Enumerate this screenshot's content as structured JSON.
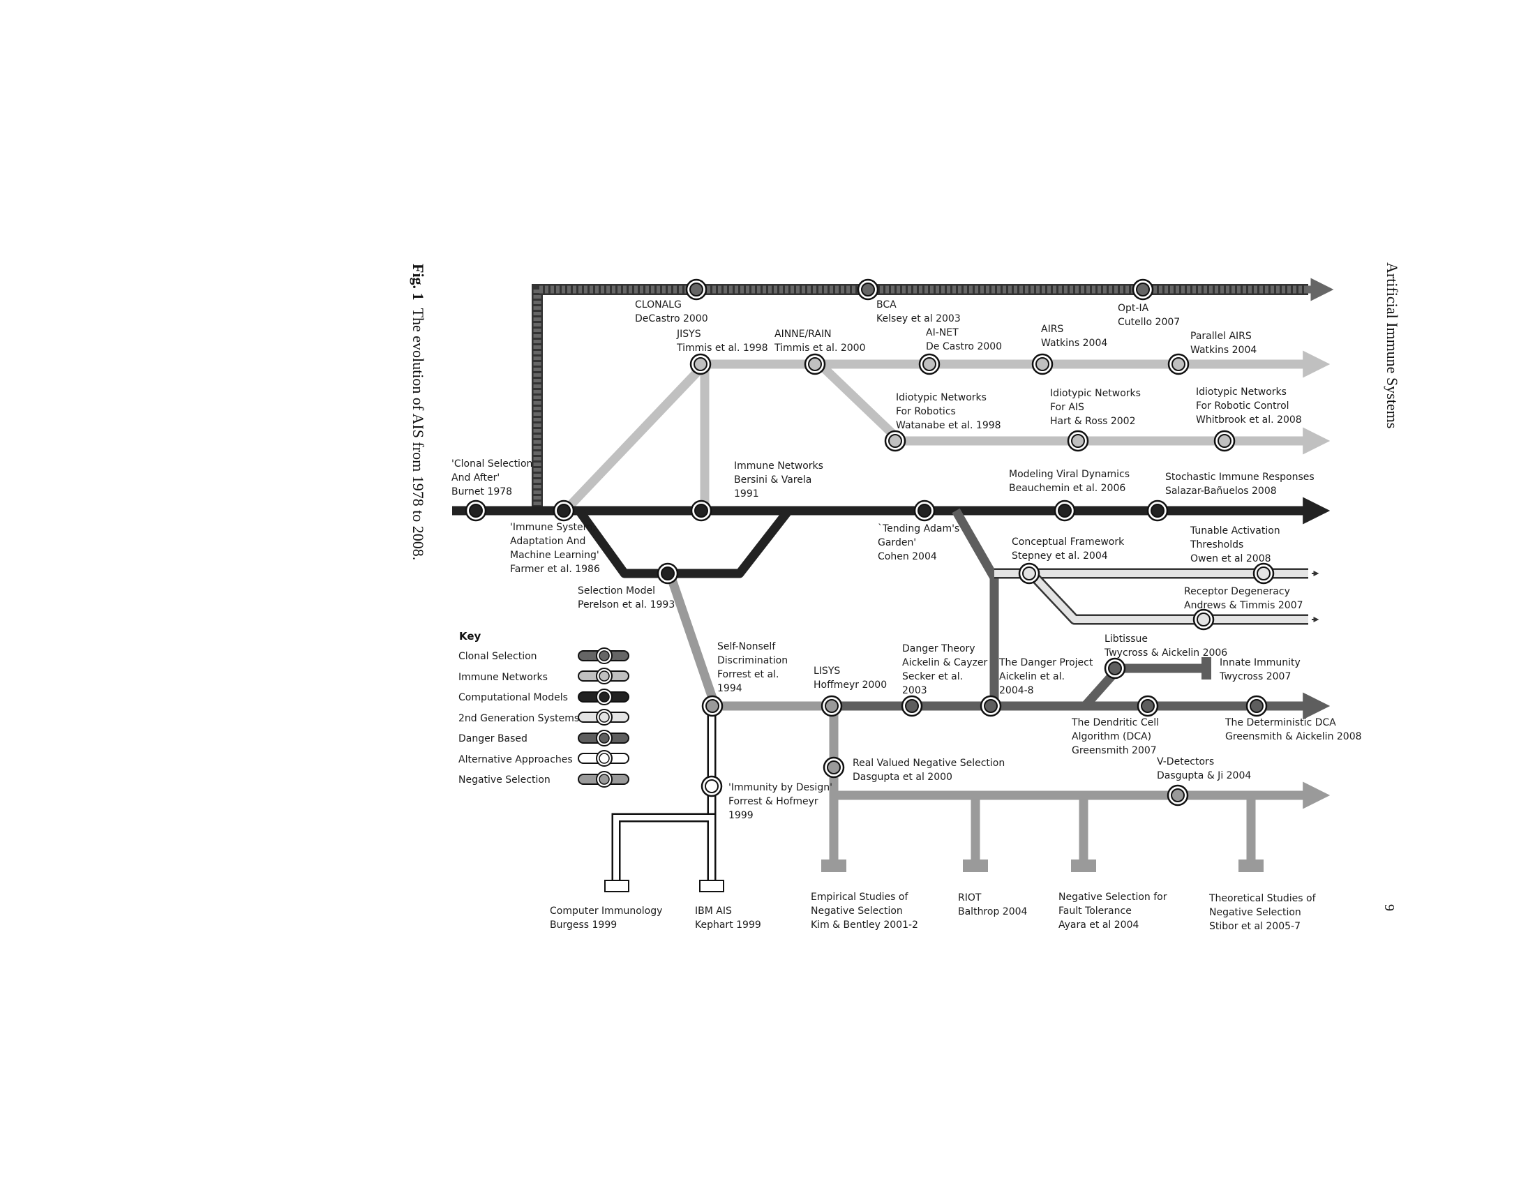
{
  "figure": {
    "number": "Fig. 1",
    "caption": "The evolution of AIS from 1978 to 2008."
  },
  "running_head": "Artificial Immune Systems",
  "page_number": "9",
  "colors": {
    "clonal": "#666666",
    "immune_networks": "#c0c0c0",
    "computational": "#222222",
    "second_gen": "#e4e4e4",
    "danger": "#5e5e5e",
    "alternative": "#ffffff",
    "negative": "#9a9a9a"
  },
  "stations": [
    {
      "id": "clonalg",
      "lines": [
        "CLONALG",
        "DeCastro 2000"
      ]
    },
    {
      "id": "bca",
      "lines": [
        "BCA",
        "Kelsey et al 2003"
      ]
    },
    {
      "id": "optia",
      "lines": [
        "Opt-IA",
        "Cutello 2007"
      ]
    },
    {
      "id": "jisys",
      "lines": [
        "JISYS",
        "Timmis et al. 1998"
      ]
    },
    {
      "id": "ainne",
      "lines": [
        "AINNE/RAIN",
        "Timmis et al. 2000"
      ]
    },
    {
      "id": "ainet",
      "lines": [
        "AI-NET",
        "De Castro 2000"
      ]
    },
    {
      "id": "airs",
      "lines": [
        "AIRS",
        "Watkins 2004"
      ]
    },
    {
      "id": "pairs",
      "lines": [
        "Parallel AIRS",
        "Watkins 2004"
      ]
    },
    {
      "id": "idio-rob",
      "lines": [
        "Idiotypic Networks",
        "For Robotics",
        "Watanabe et al. 1998"
      ]
    },
    {
      "id": "idio-ais",
      "lines": [
        "Idiotypic Networks",
        "For AIS",
        "Hart & Ross 2002"
      ]
    },
    {
      "id": "idio-ctrl",
      "lines": [
        "Idiotypic Networks",
        "For Robotic Control",
        "Whitbrook et al. 2008"
      ]
    },
    {
      "id": "burnet",
      "lines": [
        "'Clonal Selection",
        "And After'",
        "Burnet 1978"
      ]
    },
    {
      "id": "immnet",
      "lines": [
        "Immune Networks",
        "Bersini & Varela",
        "1991"
      ]
    },
    {
      "id": "viral",
      "lines": [
        "Modeling Viral Dynamics",
        "Beauchemin et al. 2006"
      ]
    },
    {
      "id": "stoch",
      "lines": [
        "Stochastic Immune Responses",
        "Salazar-Bañuelos 2008"
      ]
    },
    {
      "id": "farmer",
      "lines": [
        "'Immune System,",
        "Adaptation And",
        "Machine Learning'",
        "Farmer et al. 1986"
      ]
    },
    {
      "id": "tending",
      "lines": [
        "`Tending Adam's",
        "Garden'",
        "Cohen 2004"
      ]
    },
    {
      "id": "concept",
      "lines": [
        "Conceptual Framework",
        "Stepney et al. 2004"
      ]
    },
    {
      "id": "tunable",
      "lines": [
        "Tunable Activation",
        "Thresholds",
        "Owen et al 2008"
      ]
    },
    {
      "id": "receptor",
      "lines": [
        "Receptor Degeneracy",
        "Andrews & Timmis 2007"
      ]
    },
    {
      "id": "selmodel",
      "lines": [
        "Selection Model",
        "Perelson et al. 1993"
      ]
    },
    {
      "id": "selfnon",
      "lines": [
        "Self-Nonself",
        "Discrimination",
        "Forrest et al.",
        "1994"
      ]
    },
    {
      "id": "lisys",
      "lines": [
        "LISYS",
        "Hoffmeyr 2000"
      ]
    },
    {
      "id": "danger",
      "lines": [
        "Danger Theory",
        "Aickelin & Cayzer",
        "Secker et al.",
        "2003"
      ]
    },
    {
      "id": "dproj",
      "lines": [
        "The Danger Project",
        "Aickelin et al.",
        "2004-8"
      ]
    },
    {
      "id": "libtissue",
      "lines": [
        "Libtissue",
        "Twycross & Aickelin 2006"
      ]
    },
    {
      "id": "innate",
      "lines": [
        "Innate Immunity",
        "Twycross 2007"
      ]
    },
    {
      "id": "dca",
      "lines": [
        "The Dendritic Cell",
        "Algorithm (DCA)",
        "Greensmith 2007"
      ]
    },
    {
      "id": "ddca",
      "lines": [
        "The Deterministic DCA",
        "Greensmith & Aickelin 2008"
      ]
    },
    {
      "id": "rvns",
      "lines": [
        "Real Valued Negative Selection",
        "Dasgupta et al 2000"
      ]
    },
    {
      "id": "vdet",
      "lines": [
        "V-Detectors",
        "Dasgupta & Ji 2004"
      ]
    },
    {
      "id": "design",
      "lines": [
        "'Immunity by Design'",
        "Forrest & Hofmeyr",
        "1999"
      ]
    },
    {
      "id": "compimm",
      "lines": [
        "Computer Immunology",
        "Burgess 1999"
      ]
    },
    {
      "id": "ibm",
      "lines": [
        "IBM AIS",
        "Kephart 1999"
      ]
    },
    {
      "id": "empir",
      "lines": [
        "Empirical Studies of",
        "Negative Selection",
        "Kim & Bentley 2001-2"
      ]
    },
    {
      "id": "riot",
      "lines": [
        "RIOT",
        "Balthrop 2004"
      ]
    },
    {
      "id": "fault",
      "lines": [
        "Negative Selection for",
        "Fault Tolerance",
        "Ayara et al 2004"
      ]
    },
    {
      "id": "theory",
      "lines": [
        "Theoretical Studies of",
        "Negative Selection",
        "Stibor et al 2005-7"
      ]
    }
  ],
  "key": {
    "title": "Key",
    "items": [
      {
        "label": "Clonal Selection",
        "style": "clonal"
      },
      {
        "label": "Immune Networks",
        "style": "immune_networks"
      },
      {
        "label": "Computational Models",
        "style": "computational"
      },
      {
        "label": "2nd Generation Systems",
        "style": "second_gen"
      },
      {
        "label": "Danger Based",
        "style": "danger"
      },
      {
        "label": "Alternative Approaches",
        "style": "alternative"
      },
      {
        "label": "Negative Selection",
        "style": "negative"
      }
    ]
  }
}
